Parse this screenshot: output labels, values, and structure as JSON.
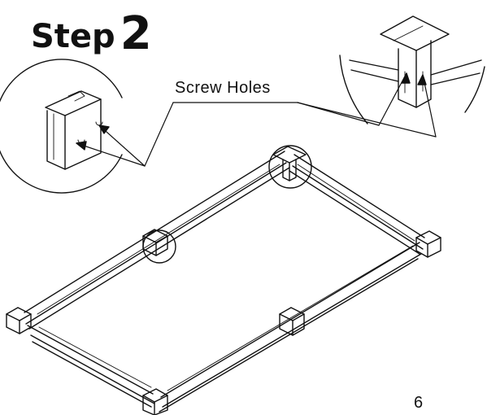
{
  "heading": {
    "word": "Step",
    "number": "2"
  },
  "callout": {
    "label": "Screw Holes"
  },
  "footer": {
    "page_number": "6"
  },
  "colors": {
    "line": "#111111",
    "background": "#ffffff"
  }
}
